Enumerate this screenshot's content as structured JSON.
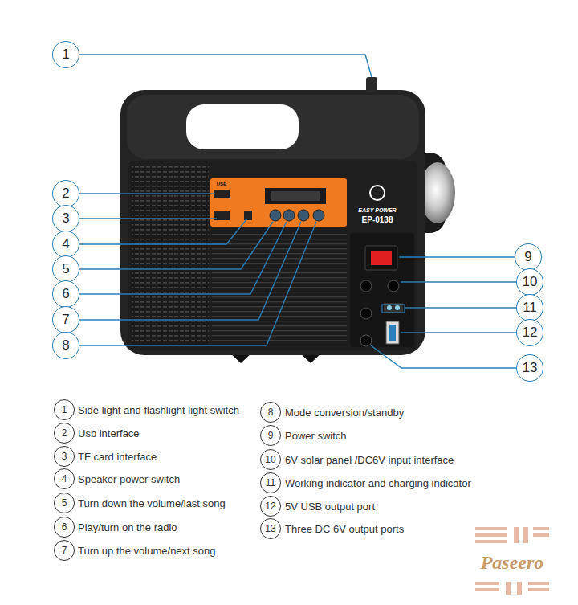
{
  "diagram": {
    "labels": [
      "1",
      "2",
      "3",
      "4",
      "5",
      "6",
      "7",
      "8",
      "9",
      "10",
      "11",
      "12",
      "13",
      "1",
      "Side light and flashlight light switch",
      "2",
      "Usb interface",
      "3",
      "TF card interface",
      "4",
      "Speaker power switch",
      "5",
      "Turn down the volume/last song",
      "6",
      "Play/turn on the radio",
      "7",
      "Turn up the volume/next song",
      "8",
      "Mode conversion/standby",
      "9",
      "Power switch",
      "10",
      "6V solar panel /DC6V input interface",
      "11",
      "Working indicator and charging indicator",
      "12",
      "5V USB output port",
      "13",
      "Three DC 6V output ports",
      "USB",
      "EASY POWER",
      "EP-0138",
      "Paseero"
    ]
  }
}
